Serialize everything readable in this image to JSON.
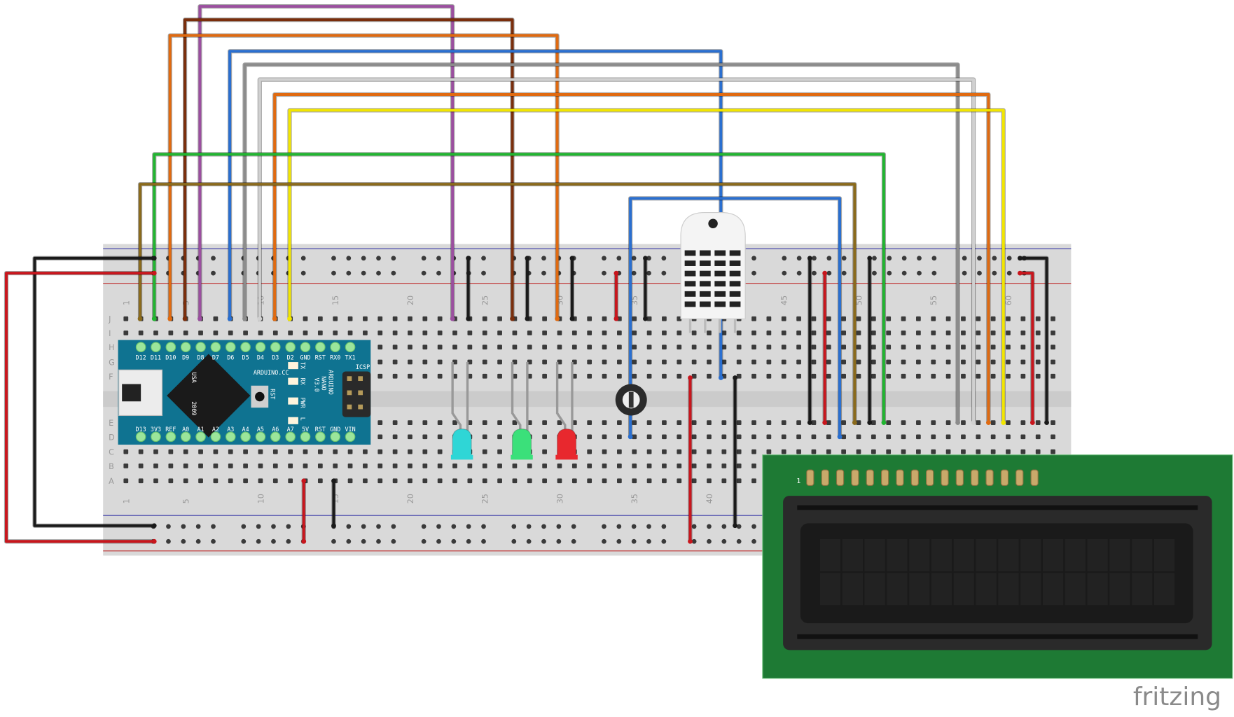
{
  "colors": {
    "breadboard": "#d9d9d9",
    "nano": "#0f7391",
    "lcd_board": "#1e7a34",
    "wire_red": "#c8161d",
    "wire_black": "#1a1a1a"
  },
  "breadboard": {
    "row_letters_top": [
      "J",
      "I",
      "H",
      "G",
      "F"
    ],
    "row_letters_bottom": [
      "E",
      "D",
      "C",
      "B",
      "A"
    ],
    "column_labels": [
      "1",
      "5",
      "10",
      "15",
      "20",
      "25",
      "30",
      "35",
      "40",
      "45",
      "50",
      "55",
      "60"
    ]
  },
  "arduino": {
    "top_pins": [
      "D12",
      "D11",
      "D10",
      "D9",
      "D8",
      "D7",
      "D6",
      "D5",
      "D4",
      "D3",
      "D2",
      "GND",
      "RST",
      "RX0",
      "TX1"
    ],
    "bottom_pins": [
      "D13",
      "3V3",
      "REF",
      "A0",
      "A1",
      "A2",
      "A3",
      "A4",
      "A5",
      "A6",
      "A7",
      "5V",
      "RST",
      "GND",
      "VIN"
    ],
    "site": "ARDUINO.CC",
    "country": "USA",
    "year": "2009",
    "reset_label": "RST",
    "name_line1": "ARDUINO",
    "name_line2": "NANO",
    "name_line3": "V3.0",
    "icsp": "ICSP",
    "leds": [
      "TX",
      "RX",
      "PWR",
      "L"
    ]
  },
  "lcd": {
    "pin1_label": "1",
    "columns": 16,
    "rows": 2
  },
  "logo": "fritzing"
}
